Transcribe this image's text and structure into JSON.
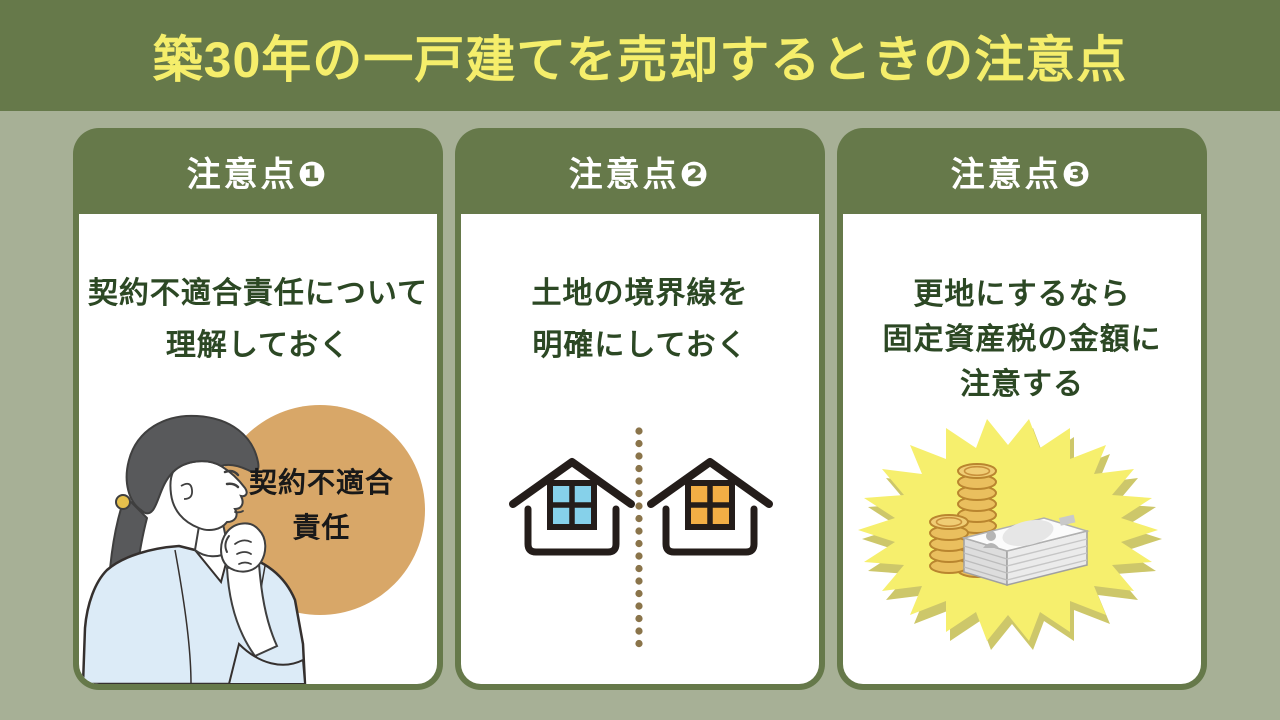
{
  "header": {
    "title": "築30年の一戸建てを売却するときの注意点"
  },
  "cards": [
    {
      "badge": "注意点❶",
      "lines": [
        "契約不適合責任について",
        "理解しておく"
      ],
      "bubble": [
        "契約不適合",
        "責任"
      ],
      "illustration": "thinking-woman-with-orange-circle"
    },
    {
      "badge": "注意点❷",
      "lines": [
        "土地の境界線を",
        "明確にしておく"
      ],
      "illustration": "two-houses-with-dotted-boundary-line"
    },
    {
      "badge": "注意点❸",
      "lines": [
        "更地にするなら",
        "固定資産税の金額に",
        "注意する"
      ],
      "illustration": "banknotes-and-coins-in-yellow-burst"
    }
  ],
  "colors": {
    "banner_green": "#66794a",
    "background_sage": "#a7b096",
    "title_yellow": "#f5ee6b",
    "body_text_green": "#2c4824",
    "bubble_orange": "#d8a768",
    "burst_yellow": "#f6ef6d",
    "coin_gold": "#eabf5e",
    "window_blue": "#86d1ea",
    "window_orange": "#f2ae45",
    "boundary_dot_brown": "#8a744a"
  }
}
